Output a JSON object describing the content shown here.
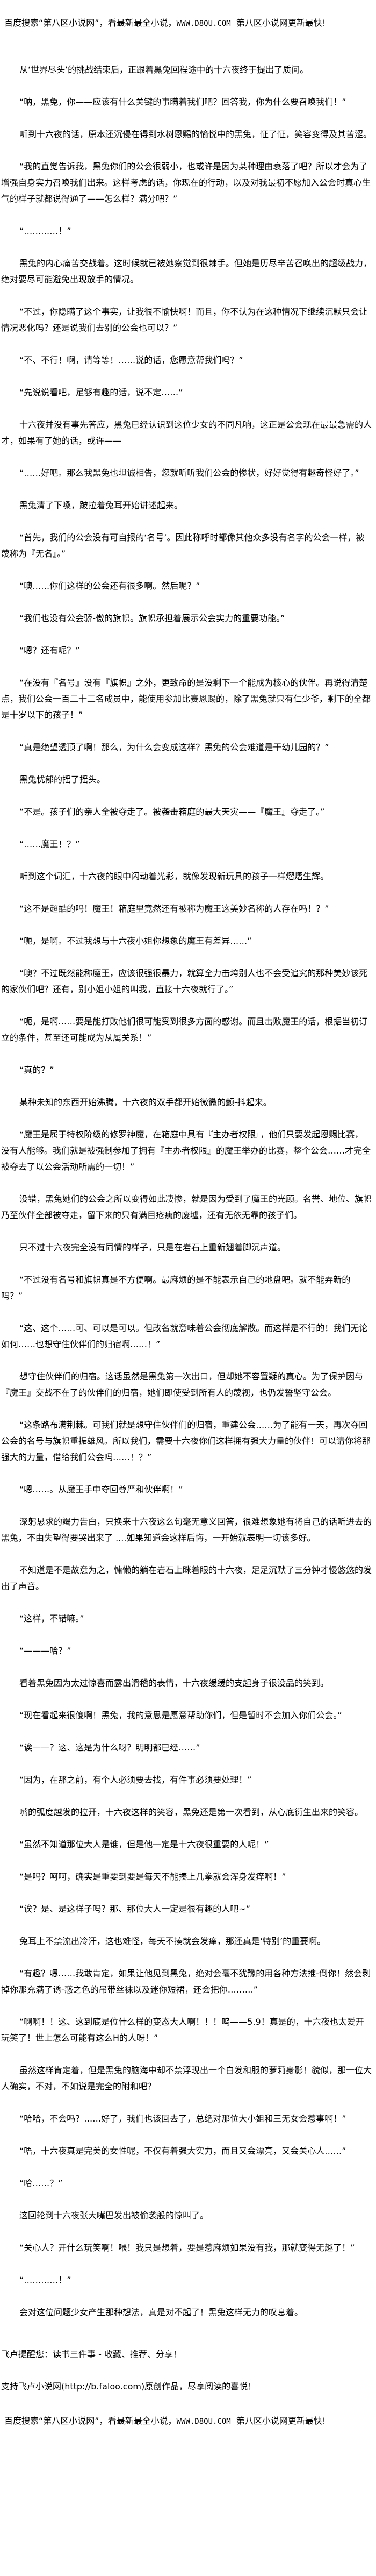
{
  "banner": {
    "prefix": "百度搜索“第八区小说网”，看最新最全小说，",
    "url": "WWW.D8QU.COM",
    "suffix": "第八区小说网更新最快!"
  },
  "paragraphs": [
    "从‘世界尽头’的挑战结束后，正跟着黑兔回程途中的十六夜终于提出了质问。",
    "“呐，黑兔，你——应该有什么关键的事瞒着我们吧？回答我，你为什么要召唤我们！”",
    "听到十六夜的话，原本还沉侵在得到水树恩赐的愉悦中的黑兔，怔了怔，笑容变得及其苦涩。",
    "“我的直觉告诉我，黑兔你们的公会很弱小，也或许是因为某种理由衰落了吧？所以才会为了增强自身实力召唤我们出来。这样考虑的话，你现在的行动，以及对我最初不愿加入公会时真心生气的样子就都说得通了——怎么样？满分吧？”",
    "“…………！”",
    "黑兔的内心痛苦交战着。这时候就已被她察觉到很棘手。但她是历尽辛苦召唤出的超级战力，绝对要尽可能避免出现放手的情况。",
    "“不过，你隐瞒了这个事实，让我很不愉快啊！而且，你不认为在这种情况下继续沉默只会让情况恶化吗？还是说我们去别的公会也可以？”",
    "“不、不行！啊，请等等！……说的话，您愿意帮我们吗？”",
    "“先说说看吧，足够有趣的话，说不定……”",
    "十六夜并没有事先答应，黑兔已经认识到这位少女的不同凡响，这正是公会现在最最急需的人才，如果有了她的话，或许——",
    "“……好吧。那么我黑兔也坦诚相告，您就听听我们公会的惨状，好好觉得有趣奇怪好了。”",
    "黑兔清了下嗓，跛拉着兔耳开始讲述起来。",
    "“首先，我们的公会没有可自报的‘名号’。因此称呼时都像其他众多没有名字的公会一样，被蔑称为『无名』。”",
    "“噢……你们这样的公会还有很多啊。然后呢？”",
    "“我们也没有公会骄-傲的旗帜。旗帜承担着展示公会实力的重要功能。”",
    "“嗯？还有呢？”",
    "“在没有『名号』没有『旗帜』之外，更致命的是没剩下一个能成为核心的伙伴。再说得清楚点，我们公会一百二十二名成员中，能使用参加比赛恩赐的，除了黑兔就只有仁少爷，剩下的全都是十岁以下的孩子！”",
    "“真是绝望透顶了啊！那么，为什么会变成这样？黑兔的公会难道是干幼儿园的？”",
    "黑兔忧郁的摇了摇头。",
    "“不是。孩子们的亲人全被夺走了。被袭击箱庭的最大天灾——『魔王』夺走了。”",
    "“……魔王！？”",
    "听到这个词汇，十六夜的眼中闪动着光彩，就像发现新玩具的孩子一样熠熠生辉。",
    "“这不是超酷的吗！魔王！箱庭里竟然还有被称为魔王这美妙名称的人存在吗！？”",
    "“呃，是啊。不过我想与十六夜小姐你想象的魔王有差异……”",
    "“噢？不过既然能称魔王，应该很强很暴力，就算全力击垮别人也不会受追究的那种美妙该死的家伙们吧？还有，别小姐小姐的叫我，直接十六夜就行了。”",
    "“呃，是啊……要是能打败他们很可能受到很多方面的感谢。而且击败魔王的话，根据当初订立的条件，甚至还可能成为从属关系！”",
    "“真的？”",
    "某种未知的东西开始沸腾，十六夜的双手都开始微微的颤-抖起来。",
    "“魔王是属于特权阶级的修罗神魔，在箱庭中具有『主办者权限』，他们只要发起恩赐比赛，没有人能够。我们就是被强制参加了拥有『主办者权限』的魔王举办的比赛，整个公会……才完全被夺去了以公会活动所需的一切！”",
    "没错，黑兔她们的公会之所以变得如此凄惨，就是因为受到了魔王的光顾。名誉、地位、旗帜乃至伙伴全部被夺走，留下来的只有满目疮痍的废墟，还有无依无靠的孩子们。",
    "只不过十六夜完全没有同情的样子，只是在岩石上重新翘着脚沉声道。",
    "“不过没有名号和旗帜真是不方便啊。最麻烦的是不能表示自己的地盘吧。就不能弄新的吗？”",
    "“这、这个……可、可以是可以。但改名就意味着公会彻底解散。而这样是不行的！我们无论如何……也想守住伙伴们的归宿啊……！”",
    "想守住伙伴们的归宿。这话虽然是黑兔第一次出口，但却她不容置疑的真心。为了保护因与『魔王』交战不在了的伙伴们的归宿，她们即使受到所有人的蔑视，也仍发誓坚守公会。",
    "“这条路布满荆棘。可我们就是想守住伙伴们的归宿，重建公会……为了能有一天，再次夺回公会的名号与旗帜重振雄风。所以我们，需要十六夜你们这样拥有强大力量的伙伴！可以请你将那强大的力量，借给我们公会吗……！？”",
    "“嗯……。从魔王手中夺回尊严和伙伴啊！”",
    "深躬恳求的竭力告白，只换来十六夜这么句毫无意义回答，很难想象她有将自己的话听进去的黑兔，不由失望得要哭出来了 ....如果知道会这样后悔，一开始就表明一切该多好。",
    "不知道是不是故意为之，慵懒的躺在岩石上眯着眼的十六夜，足足沉默了三分钟才慢悠悠的发出了声音。",
    "“这样，不错嘛。”",
    "“———哈？”",
    "看着黑兔因为太过惊喜而露出滑稽的表情，十六夜缓缓的支起身子很没品的笑到。",
    "“现在看起来很傻啊！黑兔，我的意思是愿意帮助你们，但是暂时不会加入你们公会。”",
    "“诶——？这、这是为什么呀？明明都已经……”",
    "“因为，在那之前，有个人必须要去找，有件事必须要处理！”",
    "嘴的弧度越发的拉开，十六夜这样的笑容，黑兔还是第一次看到，从心底衍生出来的笑容。",
    "“虽然不知道那位大人是谁，但是他一定是十六夜很重要的人呢！”",
    "“是吗？呵呵，确实是重要到要是每天不能揍上几拳就会浑身发痒啊！”",
    "“诶？是、是这样子吗？那、那位大人一定是很有趣的人吧~”",
    "兔耳上不禁流出冷汗，这也难怪，每天不揍就会发痒，那还真是‘特别’的重要啊。",
    "“有趣？嗯……我敢肯定，如果让他见到黑兔，绝对会毫不犹豫的用各种方法推-倒你！然会剥掉你那充满了诱-惑之色的吊带丝袜以及迷你短裙，还会把你………”",
    "“啊啊！！这、这到底是位什么样的变态大人啊！！！呜——5.9！真是的，十六夜也太爱开玩笑了！世上怎么可能有这么H的人呀！”",
    "虽然这样肯定着，但是黑兔的脑海中却不禁浮现出一个白发和服的萝莉身影！貌似，那一位大人确实，不对，不如说是完全的附和吧？",
    "“哈哈，不会吗？……好了，我们也该回去了，总绝对那位大小姐和三无女会惹事啊！”",
    "“唔，十六夜真是完美的女性呢，不仅有着强大实力，而且又会漂亮，又会关心人……”",
    "“哈……？”",
    "这回轮到十六夜张大嘴巴发出被偷袭般的惊叫了。",
    "“关心人？开什么玩笑啊！喂！我只是想着，要是惹麻烦如果没有我，那就变得无趣了！”",
    "“…………！”",
    "会对这位问题少女产生那种想法，真是对不起了！黑兔这样无力的叹息着。"
  ],
  "footer": {
    "reminder": "飞卢提醒您：读书三件事 - 收藏、推荐、分享！",
    "support": "支持飞卢小说网(http://b.faloo.com)原创作品，尽享阅读的喜悦！"
  }
}
